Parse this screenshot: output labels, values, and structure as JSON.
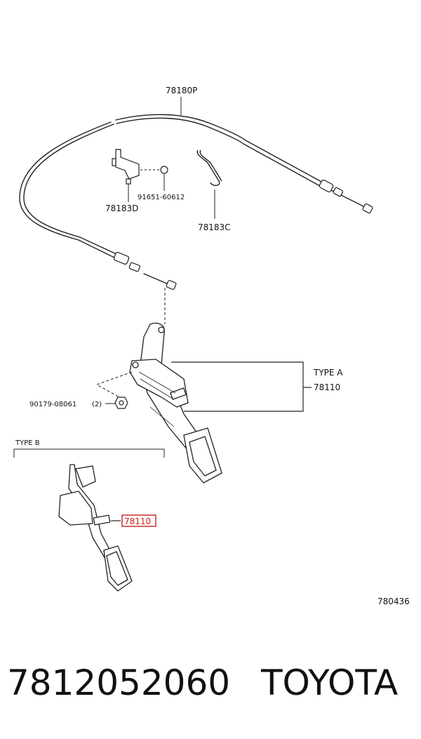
{
  "parts": {
    "cable": "78180P",
    "bracket": "78183D",
    "bolt": "91651-60612",
    "clip": "78183C",
    "nut": "90179-08061",
    "nut_qty": "(2)",
    "pedal_a": "78110",
    "pedal_b": "78110"
  },
  "type_a_label": "TYPE  A",
  "type_b_label": "TYPE B",
  "figure_code": "780436",
  "footer": {
    "part_number": "7812052060",
    "brand": "TOYOTA"
  },
  "colors": {
    "highlight": "#c8201e",
    "line": "#222222"
  }
}
